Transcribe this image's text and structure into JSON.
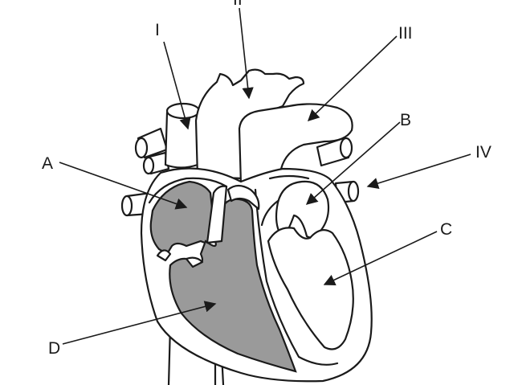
{
  "diagram": {
    "colors": {
      "outline": "#1a1a1a",
      "shade": "#9a9a9a",
      "background": "#ffffff"
    },
    "labels": {
      "I": "I",
      "II": "II",
      "III": "III",
      "IV": "IV",
      "A": "A",
      "B": "B",
      "C": "C",
      "D": "D"
    }
  }
}
